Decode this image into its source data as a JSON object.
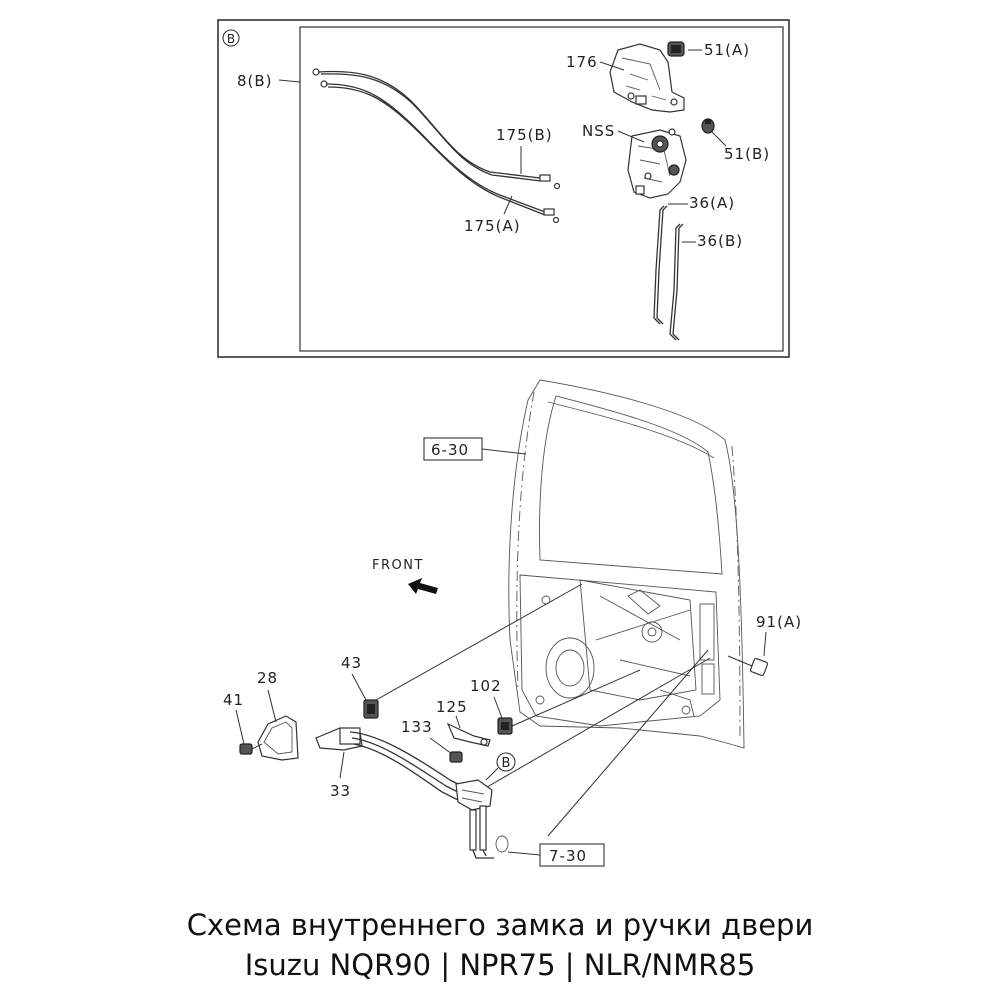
{
  "inset": {
    "marker": "B",
    "labels": {
      "cable_8b": "8(B)",
      "rod_175b": "175(B)",
      "rod_175a": "175(A)",
      "lock_176": "176",
      "clip_51a": "51(A)",
      "nss": "NSS",
      "clip_51b": "51(B)",
      "rod_36a": "36(A)",
      "rod_36b": "36(B)"
    }
  },
  "main": {
    "labels": {
      "door_ref": "6-30",
      "front": "FRONT",
      "bolt_91a": "91(A)",
      "part_43": "43",
      "part_28": "28",
      "part_41": "41",
      "part_125": "125",
      "part_102": "102",
      "part_133": "133",
      "part_33": "33",
      "marker_b": "B",
      "ref_7_30": "7-30"
    }
  },
  "caption": {
    "line1": "Схема внутреннего замка и ручки двери",
    "line2": "Isuzu NQR90 | NPR75 | NLR/NMR85"
  }
}
